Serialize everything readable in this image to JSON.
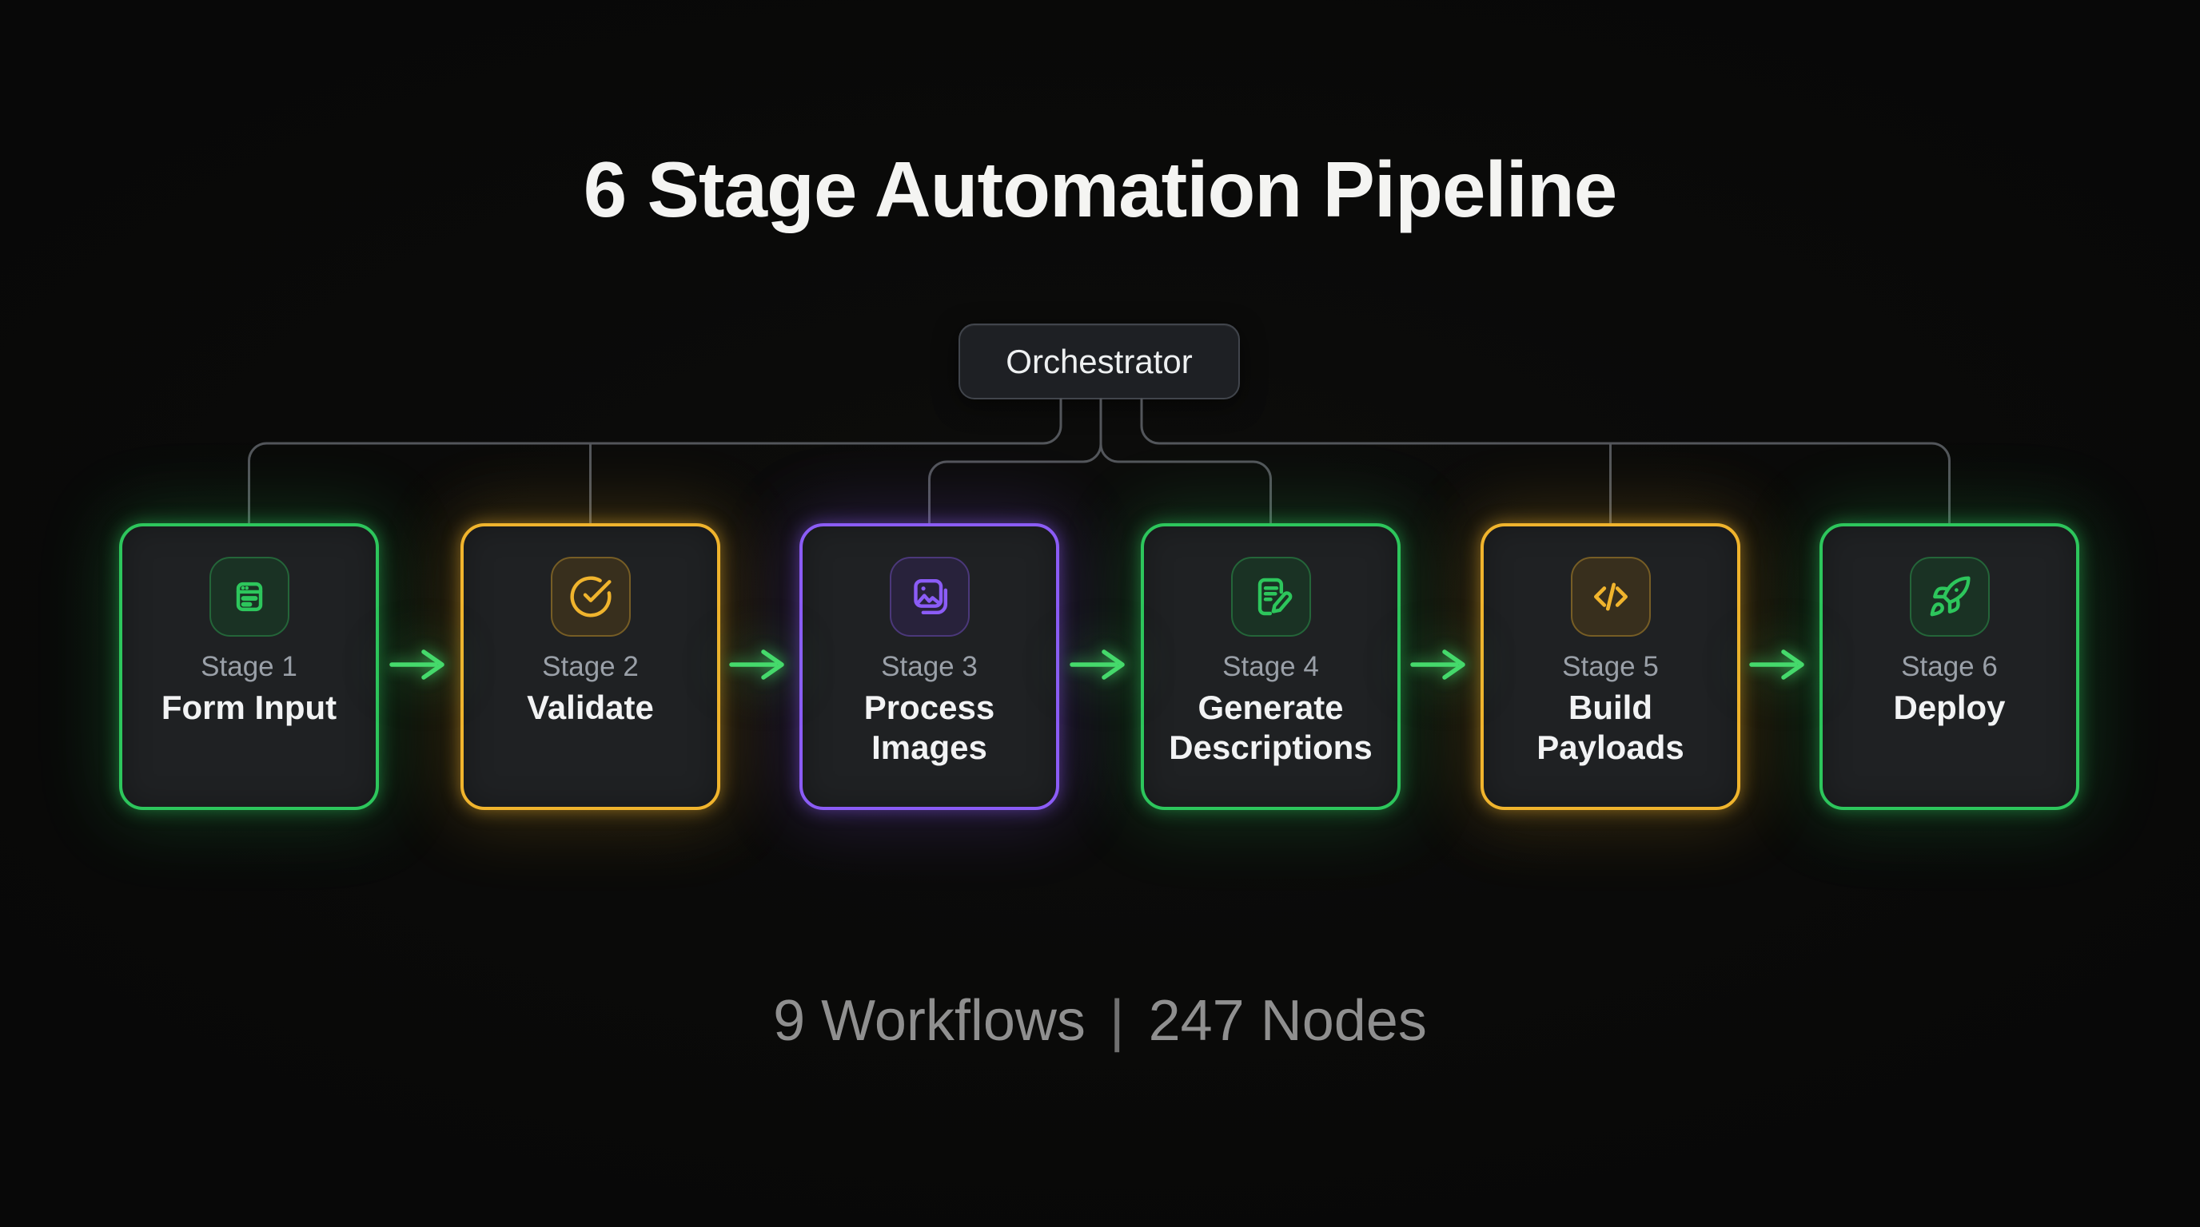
{
  "title": "6 Stage Automation Pipeline",
  "orchestrator": {
    "label": "Orchestrator"
  },
  "stages": [
    {
      "stage_label": "Stage 1",
      "name": "Form Input",
      "icon": "form-window-icon",
      "color": "#2dc65c"
    },
    {
      "stage_label": "Stage 2",
      "name": "Validate",
      "icon": "circle-check-icon",
      "color": "#f0b42d"
    },
    {
      "stage_label": "Stage 3",
      "name": "Process Images",
      "icon": "images-icon",
      "color": "#8b5cf6"
    },
    {
      "stage_label": "Stage 4",
      "name": "Generate Descriptions",
      "icon": "document-edit-icon",
      "color": "#2dc65c"
    },
    {
      "stage_label": "Stage 5",
      "name": "Build Payloads",
      "icon": "code-brackets-icon",
      "color": "#f0b42d"
    },
    {
      "stage_label": "Stage 6",
      "name": "Deploy",
      "icon": "rocket-icon",
      "color": "#2dc65c"
    }
  ],
  "footer": {
    "workflows": "9 Workflows",
    "divider": "|",
    "nodes": "247 Nodes"
  },
  "colors": {
    "background": "#0a0a09",
    "box_fill": "#1f2123",
    "connector": "#53565b",
    "arrow": "#45d96b",
    "stage_label": "#9aa0a8",
    "stage_name": "#f2f3f4",
    "title": "#f4f4f2",
    "footer_text": "#8f8f8f"
  }
}
